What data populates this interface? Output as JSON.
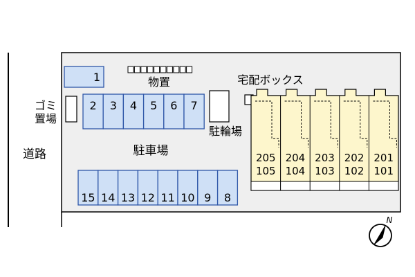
{
  "colors": {
    "parking_fill": "#cfe0f6",
    "parking_stroke": "#2f57a8",
    "building_fill": "#fdf6cc",
    "lot_fill": "#efefef"
  },
  "labels": {
    "road": "道路",
    "parking_area": "駐車場",
    "storage": "物置",
    "garbage": [
      "ゴミ",
      "置場"
    ],
    "bicycle_parking": "駐輪場",
    "delivery_box": "宅配ボックス"
  },
  "parking_top": [
    "1",
    "2",
    "3",
    "4",
    "5",
    "6",
    "7"
  ],
  "parking_bottom": [
    "15",
    "14",
    "13",
    "12",
    "11",
    "10",
    "9",
    "8"
  ],
  "units": [
    {
      "upper": "205",
      "lower": "105"
    },
    {
      "upper": "204",
      "lower": "104"
    },
    {
      "upper": "203",
      "lower": "103"
    },
    {
      "upper": "202",
      "lower": "102"
    },
    {
      "upper": "201",
      "lower": "101"
    }
  ],
  "compass": {
    "label": "N",
    "icon": "north-arrow-icon"
  }
}
